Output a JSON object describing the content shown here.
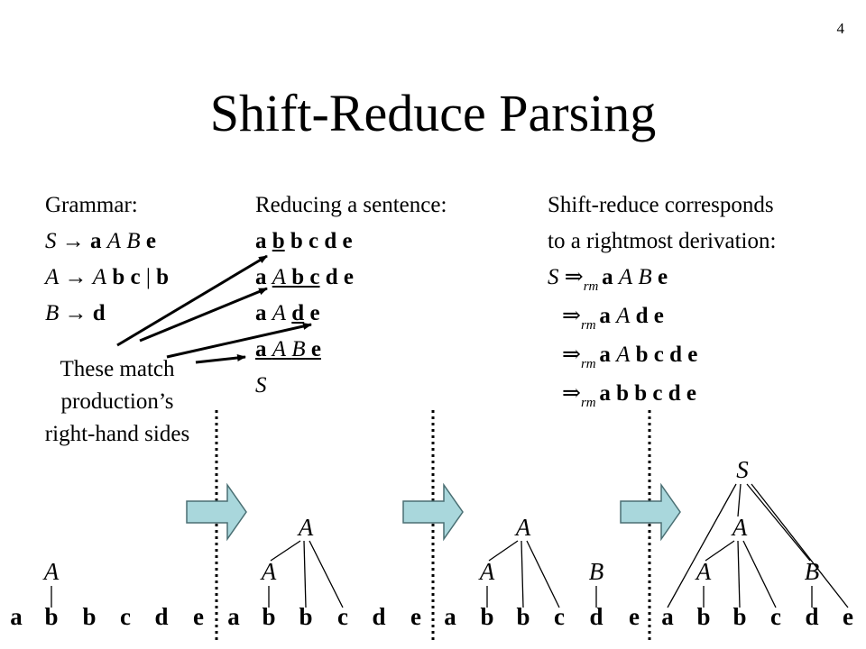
{
  "slide_number": "4",
  "title": "Shift-Reduce Parsing",
  "grammar": {
    "heading": "Grammar:",
    "rules": [
      {
        "lhs": "S",
        "arrow": " → ",
        "rhs": [
          {
            "t": "a",
            "s": "b"
          },
          {
            "t": " "
          },
          {
            "t": "A",
            "s": "i"
          },
          {
            "t": " "
          },
          {
            "t": "B",
            "s": "i"
          },
          {
            "t": " "
          },
          {
            "t": "e",
            "s": "b"
          }
        ]
      },
      {
        "lhs": "A",
        "arrow": " → ",
        "rhs": [
          {
            "t": "A",
            "s": "i"
          },
          {
            "t": " "
          },
          {
            "t": "b c",
            "s": "b"
          },
          {
            "t": " | "
          },
          {
            "t": "b",
            "s": "b"
          }
        ]
      },
      {
        "lhs": "B",
        "arrow": " → ",
        "rhs": [
          {
            "t": "d",
            "s": "b"
          }
        ]
      }
    ]
  },
  "note_lines": [
    "These match",
    "production’s",
    "right-hand sides"
  ],
  "reducing": {
    "heading": "Reducing a sentence:",
    "lines": [
      [
        {
          "t": "a ",
          "s": "b"
        },
        {
          "t": "b",
          "s": "bu"
        },
        {
          "t": " b c d e",
          "s": "b"
        }
      ],
      [
        {
          "t": "a ",
          "s": "b"
        },
        {
          "t": "A",
          "s": "iu"
        },
        {
          "t": " b c",
          "s": "bu"
        },
        {
          "t": " d e",
          "s": "b"
        }
      ],
      [
        {
          "t": "a ",
          "s": "b"
        },
        {
          "t": "A",
          "s": "i"
        },
        {
          "t": " "
        },
        {
          "t": "d",
          "s": "bu"
        },
        {
          "t": " e",
          "s": "b"
        }
      ],
      [
        {
          "t": "a ",
          "s": "bu"
        },
        {
          "t": "A",
          "s": "iu"
        },
        {
          "t": " ",
          "s": "u"
        },
        {
          "t": "B",
          "s": "iu"
        },
        {
          "t": " e",
          "s": "bu"
        }
      ],
      [
        {
          "t": "S",
          "s": "i"
        }
      ]
    ]
  },
  "derivation": {
    "heading_lines": [
      "Shift-reduce corresponds",
      "to a rightmost derivation:"
    ],
    "start_symbol": "S",
    "arrow": "⇒",
    "subscript": "rm",
    "steps": [
      [
        {
          "t": "a",
          "s": "b"
        },
        {
          "t": " "
        },
        {
          "t": "A",
          "s": "i"
        },
        {
          "t": " "
        },
        {
          "t": "B",
          "s": "i"
        },
        {
          "t": " "
        },
        {
          "t": "e",
          "s": "b"
        }
      ],
      [
        {
          "t": "a",
          "s": "b"
        },
        {
          "t": " "
        },
        {
          "t": "A",
          "s": "i"
        },
        {
          "t": " "
        },
        {
          "t": "d e",
          "s": "b"
        }
      ],
      [
        {
          "t": "a",
          "s": "b"
        },
        {
          "t": " "
        },
        {
          "t": "A",
          "s": "i"
        },
        {
          "t": " "
        },
        {
          "t": "b c d e",
          "s": "b"
        }
      ],
      [
        {
          "t": "a b b c d e",
          "s": "b"
        }
      ]
    ]
  },
  "trees": {
    "leaves": [
      "a",
      "b",
      "b",
      "c",
      "d",
      "e"
    ],
    "stage1_nodes": [
      "A"
    ],
    "stage2_nodes": [
      "A",
      "A"
    ],
    "stage3_nodes": [
      "A",
      "A",
      "B"
    ],
    "stage4_nodes": [
      "A",
      "A",
      "B",
      "S"
    ]
  },
  "colors": {
    "arrow_fill": "#a9d7dc",
    "arrow_stroke": "#4a6f73",
    "text": "#000000"
  }
}
